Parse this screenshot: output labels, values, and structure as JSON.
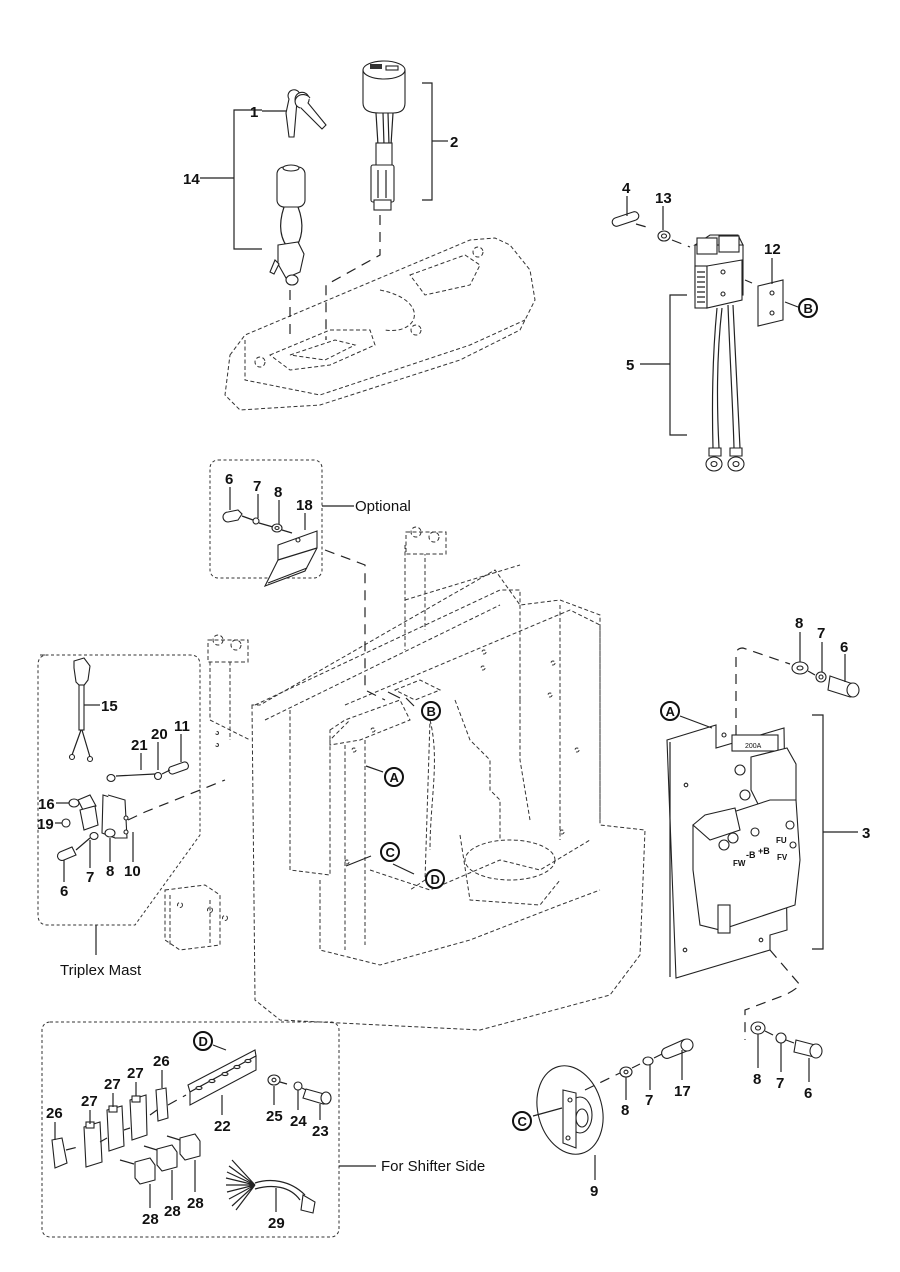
{
  "diagram": {
    "type": "exploded-parts-diagram",
    "callouts": {
      "p1": "1",
      "p2": "2",
      "p3": "3",
      "p4": "4",
      "p5": "5",
      "p6_top": "6",
      "p7_top": "7",
      "p8_top": "8",
      "p18": "18",
      "p12": "12",
      "p13": "13",
      "p14": "14",
      "p15": "15",
      "p11": "11",
      "p20": "20",
      "p21": "21",
      "p16": "16",
      "p19": "19",
      "p10": "10",
      "p6_tm": "6",
      "p7_tm": "7",
      "p8_tm": "8",
      "p8_ctrl": "8",
      "p7_ctrl": "7",
      "p6_ctrl": "6",
      "p8_low": "8",
      "p7_low": "7",
      "p6_low": "6",
      "p8_horn": "8",
      "p7_horn": "7",
      "p17": "17",
      "p9": "9",
      "p22": "22",
      "p23": "23",
      "p24": "24",
      "p25": "25",
      "p26_a": "26",
      "p26_b": "26",
      "p27_a": "27",
      "p27_b": "27",
      "p27_c": "27",
      "p28_a": "28",
      "p28_b": "28",
      "p28_c": "28",
      "p29": "29"
    },
    "reference_markers": {
      "a_frame": "A",
      "b_frame": "B",
      "c_frame": "C",
      "d_frame": "D",
      "a_controller": "A",
      "b_connector": "B",
      "c_horn": "C",
      "d_rail": "D"
    },
    "notes": {
      "optional": "Optional",
      "triplex_mast": "Triplex Mast",
      "for_shifter_side": "For Shifter Side"
    },
    "component_markings": {
      "fuse_rating": "200A",
      "terminal_fw": "FW",
      "terminal_neg_b": "-B",
      "terminal_pos_b": "+B",
      "terminal_fu": "FU",
      "terminal_fv": "FV"
    }
  }
}
